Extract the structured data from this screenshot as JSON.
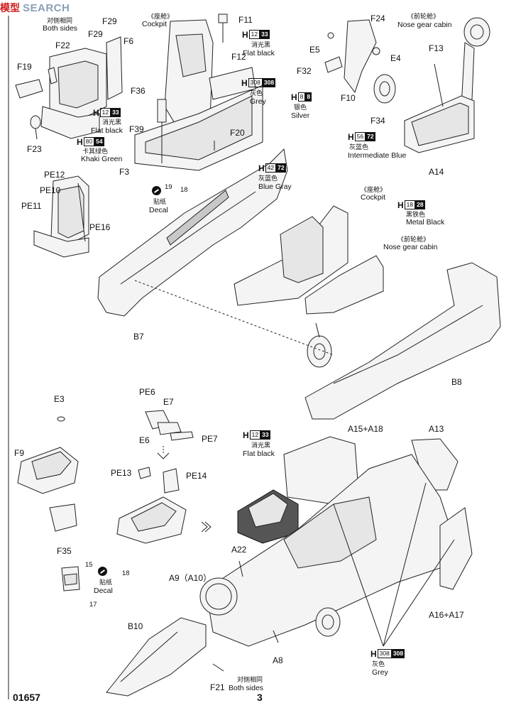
{
  "watermark": {
    "mark": "模型",
    "text": "SEARCH"
  },
  "footer": {
    "left": "01657",
    "center": "3"
  },
  "notes": {
    "cockpit_top": "《座舱》",
    "cockpit_top_en": "Cockpit",
    "both_sides_cn": "对侧相同",
    "both_sides_en": "Both sides",
    "nose_gear_top_cn": "《前轮舱》",
    "nose_gear_top_en": "Nose gear cabin",
    "cockpit_mid_cn": "《座舱》",
    "cockpit_mid_en": "Cockpit",
    "nose_gear_mid_cn": "《前轮舱》",
    "nose_gear_mid_en": "Nose gear cabin",
    "f21_cn": "对侧相同",
    "f21_en": "Both sides"
  },
  "paints": [
    {
      "id": "p1",
      "h": "H",
      "code": "12",
      "num": "33",
      "cn": "消光黑",
      "en": "Flat black"
    },
    {
      "id": "p2",
      "h": "H",
      "code": "308",
      "num": "308",
      "cn": "灰色",
      "en": "Grey"
    },
    {
      "id": "p3",
      "h": "H",
      "code": "8",
      "num": "8",
      "cn": "银色",
      "en": "Silver"
    },
    {
      "id": "p4",
      "h": "H",
      "code": "12",
      "num": "33",
      "cn": "消光黑",
      "en": "Flat black"
    },
    {
      "id": "p5",
      "h": "H",
      "code": "80",
      "num": "54",
      "cn": "卡其绿色",
      "en": "Khaki Green"
    },
    {
      "id": "p6",
      "h": "H",
      "code": "56",
      "num": "72",
      "cn": "灰蓝色",
      "en": "Intermediate Blue"
    },
    {
      "id": "p7",
      "h": "H",
      "code": "42",
      "num": "72",
      "cn": "灰蓝色",
      "en": "Blue Gray"
    },
    {
      "id": "p8",
      "h": "H",
      "code": "18",
      "num": "28",
      "cn": "黑铁色",
      "en": "Metal  Black"
    },
    {
      "id": "p9",
      "h": "H",
      "code": "12",
      "num": "33",
      "cn": "消光黑",
      "en": "Flat black"
    },
    {
      "id": "p10",
      "h": "H",
      "code": "308",
      "num": "308",
      "cn": "灰色",
      "en": "Grey"
    }
  ],
  "decals": [
    {
      "num": "19",
      "cn": "贴纸",
      "en": "Decal"
    },
    {
      "num": "18",
      "cn": "贴纸",
      "en": "Decal"
    }
  ],
  "part_labels": {
    "F11": "F11",
    "F12": "F12",
    "F29": "F29",
    "F6": "F6",
    "F22": "F22",
    "F19": "F19",
    "F23": "F23",
    "F36": "F36",
    "F39": "F39",
    "F3": "F3",
    "F20": "F20",
    "n18a": "18",
    "F24": "F24",
    "E5": "E5",
    "E4": "E4",
    "F32": "F32",
    "F10": "F10",
    "F34": "F34",
    "F13": "F13",
    "A14": "A14",
    "PE12": "PE12",
    "PE10": "PE10",
    "PE11": "PE11",
    "PE16": "PE16",
    "B7": "B7",
    "B8": "B8",
    "E3": "E3",
    "F9": "F9",
    "F35": "F35",
    "n15": "15",
    "n17": "17",
    "PE6": "PE6",
    "E7": "E7",
    "E6": "E6",
    "PE7": "PE7",
    "PE13": "PE13",
    "PE14": "PE14",
    "A15A18": "A15+A18",
    "A13": "A13",
    "A22": "A22",
    "A9": "A9（A10）",
    "A16A17": "A16+A17",
    "B10": "B10",
    "A8": "A8",
    "F21": "F21"
  }
}
